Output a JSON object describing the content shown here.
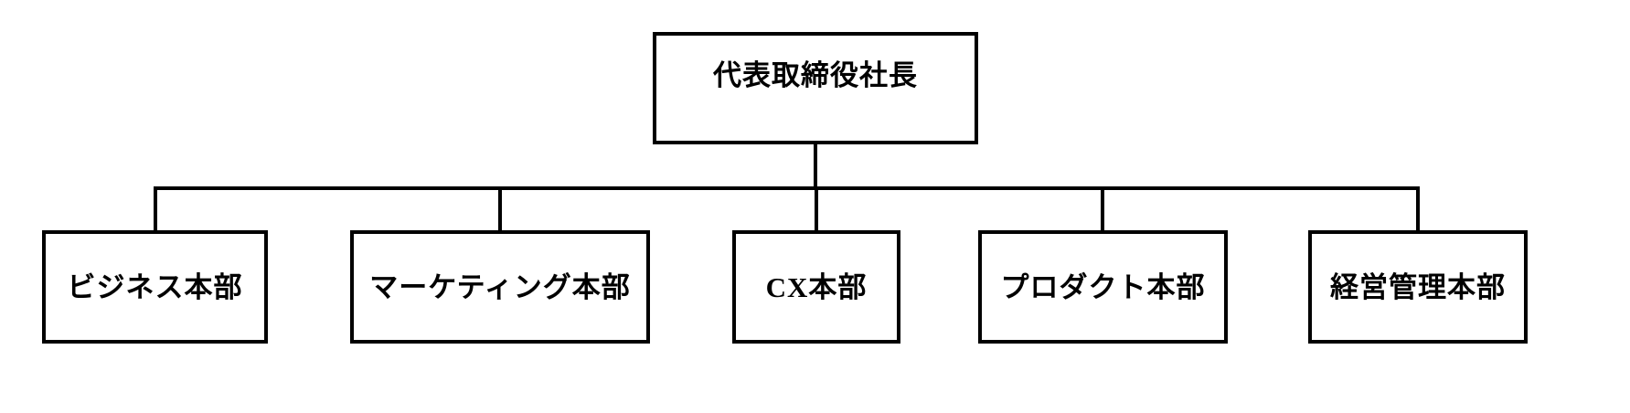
{
  "org_chart": {
    "root": {
      "label": "代表取締役社長"
    },
    "departments": [
      {
        "label": "ビジネス本部"
      },
      {
        "label": "マーケティング本部"
      },
      {
        "label": "CX本部"
      },
      {
        "label": "プロダクト本部"
      },
      {
        "label": "経営管理本部"
      }
    ]
  },
  "colors": {
    "line": "#000000",
    "text": "#000000",
    "background": "#ffffff"
  }
}
